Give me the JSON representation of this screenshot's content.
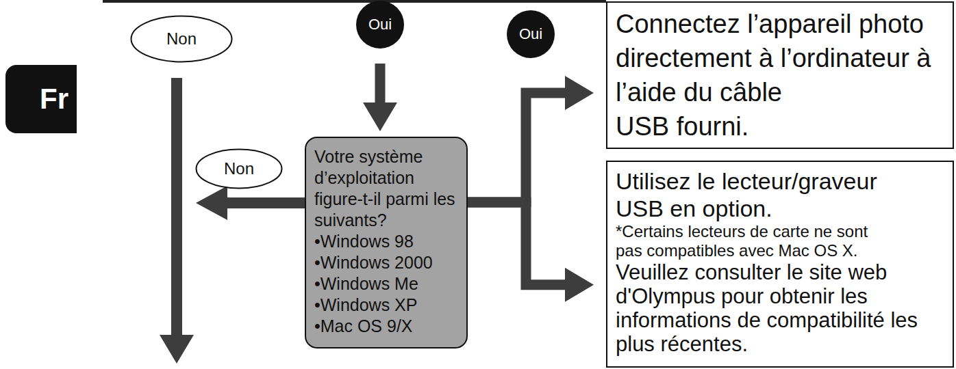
{
  "diagram": {
    "nodes": [
      {
        "text": [
          "Non"
        ]
      },
      {
        "text": [
          "Oui"
        ]
      },
      {
        "text": [
          "Oui"
        ]
      },
      {
        "text": [
          "Connectez l’appareil photo directement à l’ordinateur à l’aide du câble USB fourni."
        ]
      },
      {
        "text": [
          "Fr"
        ]
      },
      {
        "text": [
          "Non"
        ]
      },
      {
        "text": [
          "Votre système d’exploitation figure-t-il parmi les suivants?",
          "•Windows 98",
          "•Windows 2000",
          "•Windows Me",
          "•Windows XP",
          "•Mac OS 9/X"
        ]
      },
      {
        "text": [
          "Utilisez le lecteur/graveur USB en option.",
          "*Certains lecteurs de carte ne sont pas compatibles avec Mac OS X.",
          "Veuillez consulter le site web d'Olympus pour obtenir les informations de compatibilité les plus récentes."
        ]
      }
    ],
    "edges": [
      {
        "from": 1,
        "to": 6,
        "arrow": "to"
      },
      {
        "from": 6,
        "to": 3,
        "arrow": "to"
      },
      {
        "from": 6,
        "to": 7,
        "arrow": "to"
      }
    ]
  }
}
